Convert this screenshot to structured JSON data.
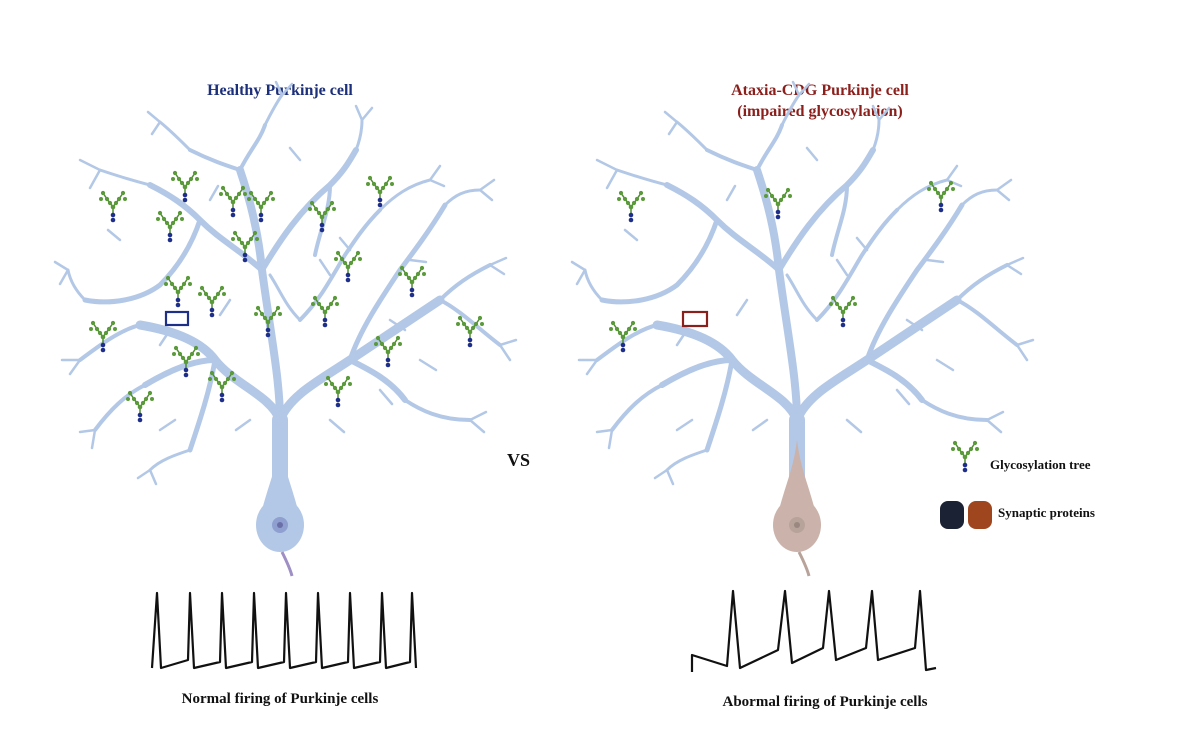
{
  "left_panel": {
    "title": "Healthy Purkinje cell",
    "caption": "Normal firing of Purkinje cells",
    "title_color": "#1c2f7a",
    "cell_color": "#b3c8e6"
  },
  "right_panel": {
    "title_line1": "Ataxia-CDG Purkinje cell",
    "title_line2": "(impaired glycosylation)",
    "caption": "Abormal firing of Purkinje cells",
    "title_color": "#8a1f1c",
    "cell_color": "#cbb3ab"
  },
  "center_label": "VS",
  "legend": {
    "glycosylation_label": "Glycosylation tree",
    "synaptic_label": "Synaptic proteins",
    "glyco_icon": "glycosylation-tree-icon",
    "synaptic_icon": "synaptic-protein-cylinders-icon",
    "colors": {
      "glycan_green": "#5a9a3a",
      "core_blue": "#1e2f8a",
      "protein_dark": "#1b2233",
      "protein_rust": "#a0461e"
    }
  }
}
